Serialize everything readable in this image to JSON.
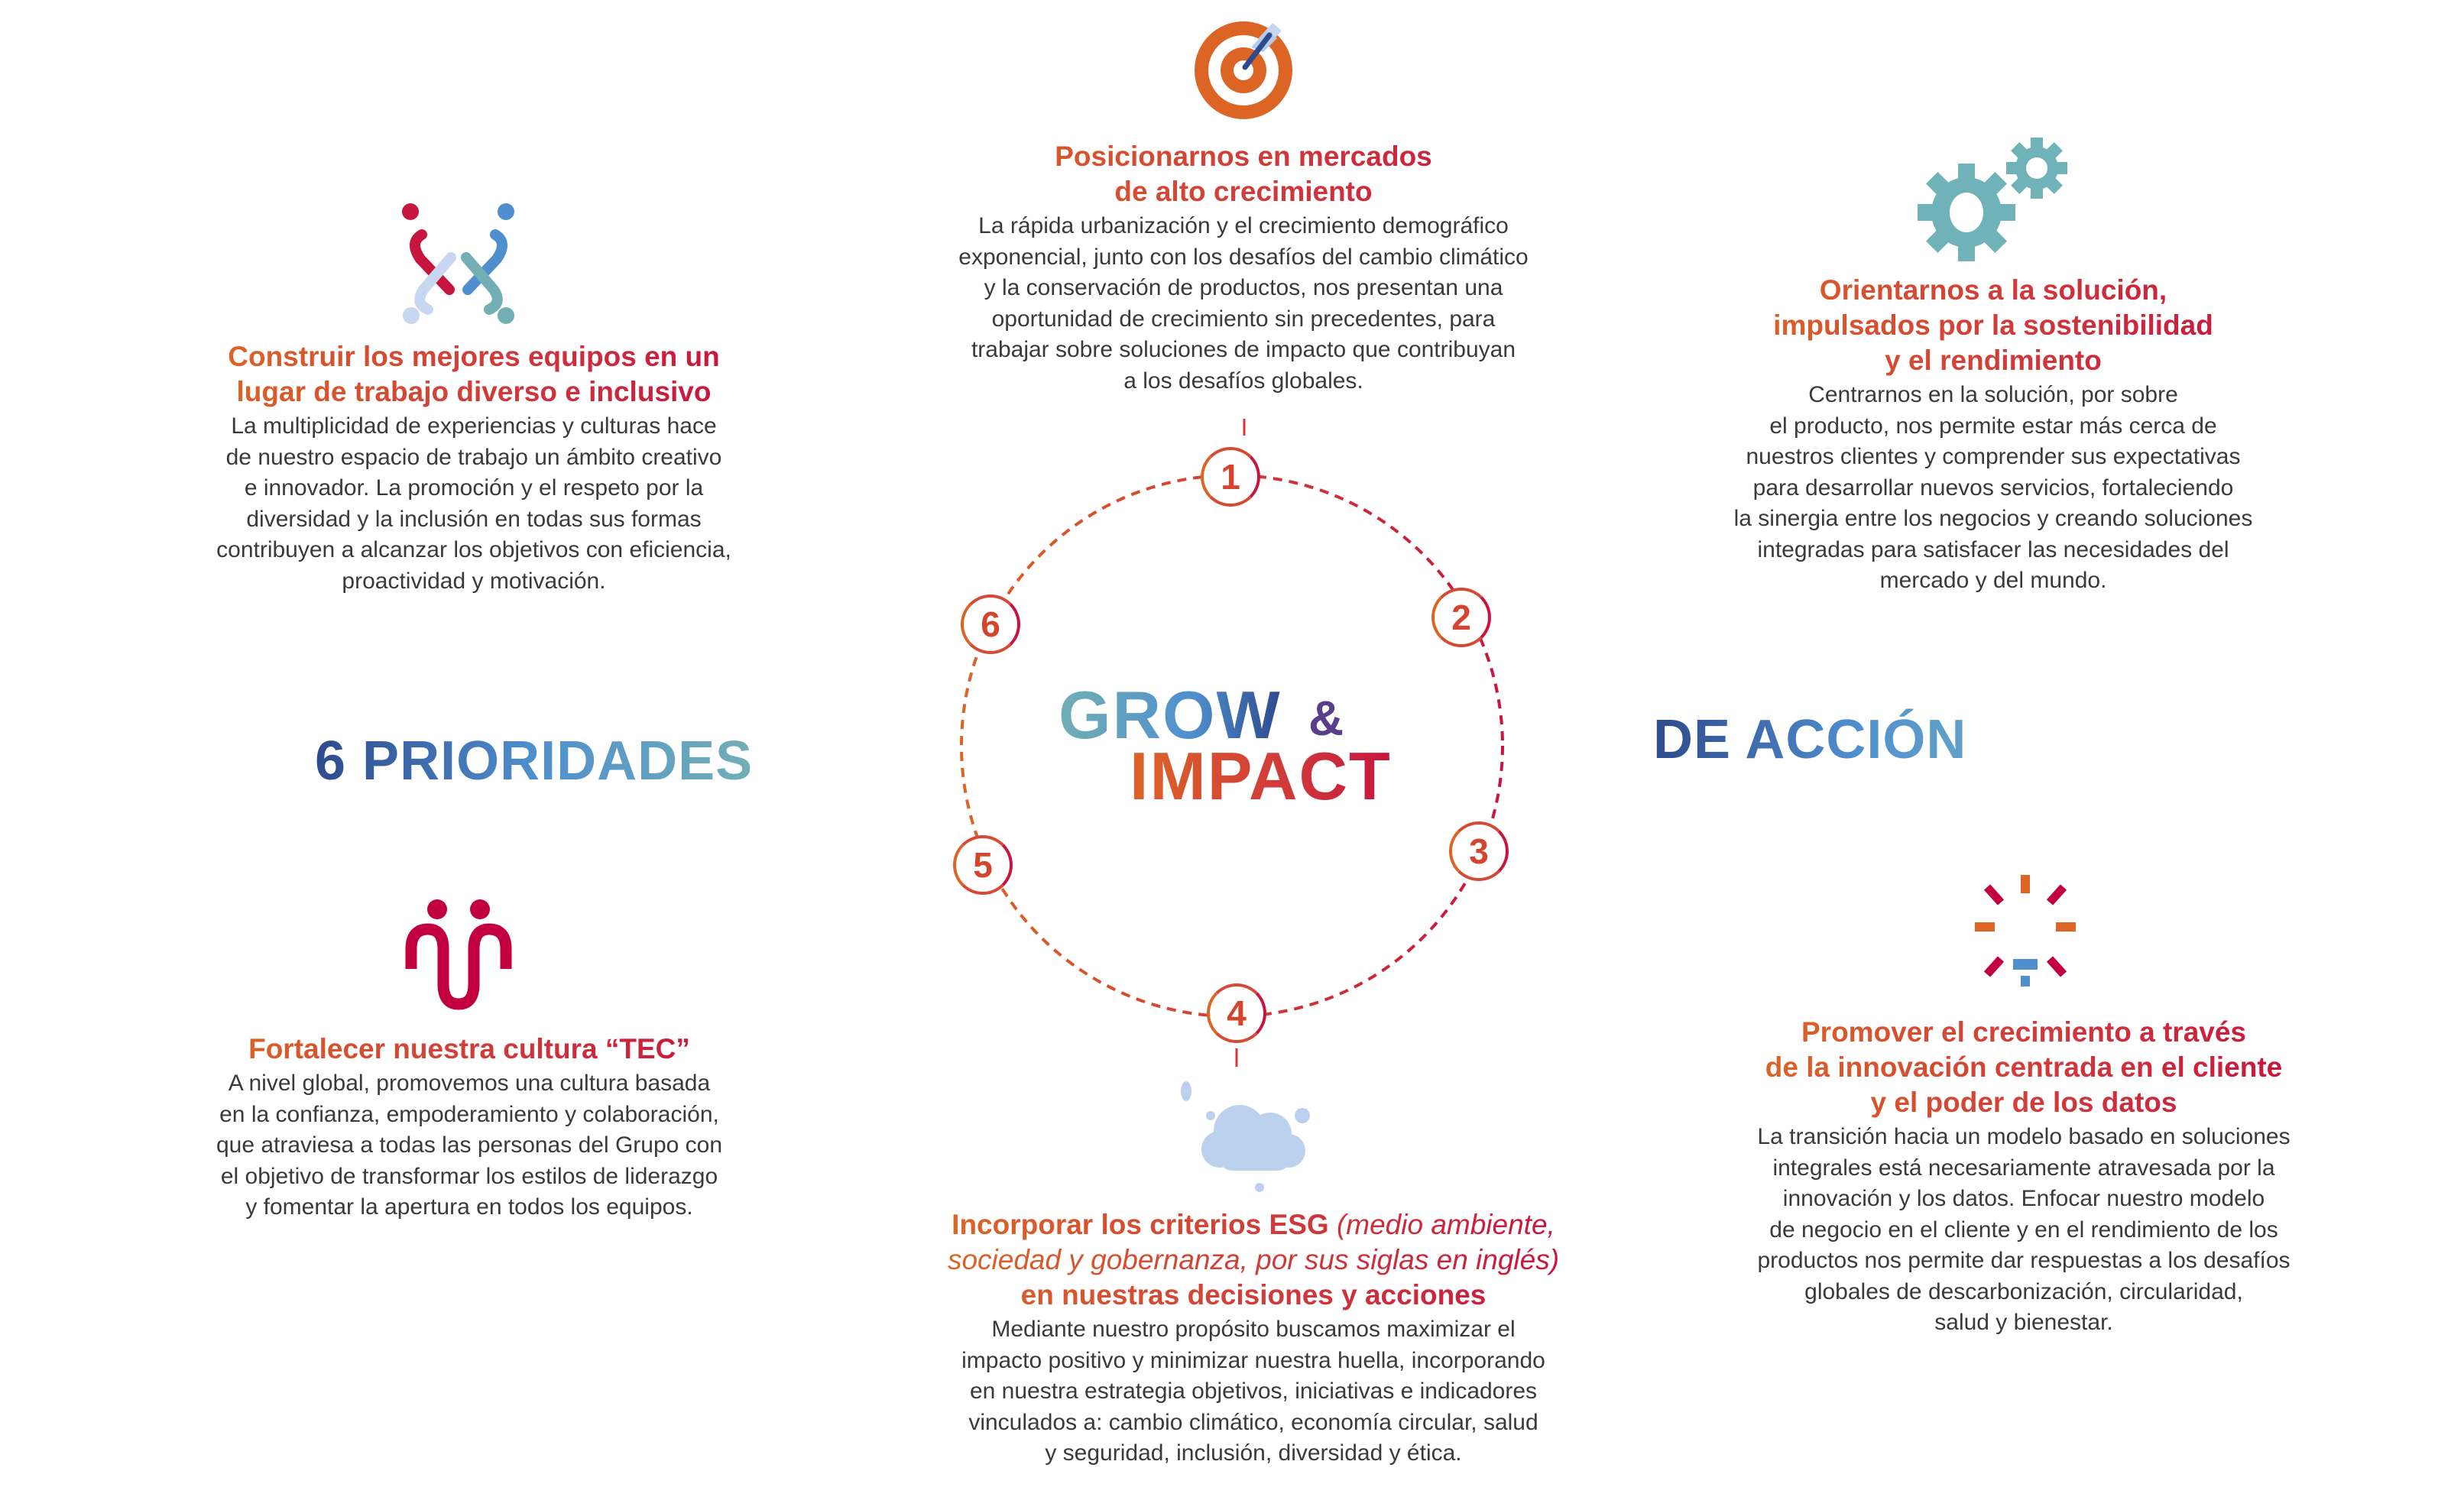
{
  "headline": {
    "left": "6 PRIORIDADES",
    "right": "DE ACCIÓN"
  },
  "logo": {
    "line1": "GROW",
    "ampersand": "&",
    "line2": "IMPACT"
  },
  "colors": {
    "orange": "#dc6526",
    "red": "#d0393a",
    "crimson": "#c8153f",
    "navy": "#2e4a8c",
    "blue": "#4f8fce",
    "teal": "#72afb5",
    "body_text": "#3a3a3a",
    "light_blue": "#b9d0ee",
    "gear_teal": "#6fb3b9"
  },
  "priorities": [
    {
      "number": "1",
      "icon": "target-icon",
      "title": [
        "Posicionarnos en mercados",
        "de alto crecimiento"
      ],
      "body": [
        "La rápida urbanización y el crecimiento demográfico",
        "exponencial, junto con los desafíos del cambio climático",
        "y la conservación de productos, nos presentan una",
        "oportunidad de crecimiento sin precedentes, para",
        "trabajar sobre soluciones de impacto que contribuyan",
        "a los desafíos globales."
      ]
    },
    {
      "number": "2",
      "icon": "gears-icon",
      "title": [
        "Orientarnos a la solución,",
        "impulsados por la sostenibilidad",
        "y el rendimiento"
      ],
      "body": [
        "Centrarnos en la solución, por sobre",
        "el producto, nos permite estar más cerca de",
        "nuestros clientes y comprender sus expectativas",
        "para desarrollar nuevos servicios, fortaleciendo",
        "la sinergia entre los negocios y creando soluciones",
        "integradas para satisfacer las necesidades del",
        "mercado y del mundo."
      ]
    },
    {
      "number": "3",
      "icon": "lightbulb-icon",
      "title": [
        "Promover el crecimiento a través",
        "de la innovación centrada en el cliente",
        "y el poder de los datos"
      ],
      "body": [
        "La transición hacia un modelo basado en soluciones",
        "integrales está necesariamente atravesada por la",
        "innovación y los datos. Enfocar nuestro modelo",
        "de negocio en el cliente y en el rendimiento de los",
        "productos nos permite dar respuestas a los desafíos",
        "globales de descarbonización, circularidad,",
        "salud y bienestar."
      ]
    },
    {
      "number": "4",
      "icon": "cloud-icon",
      "title_bold_1": "Incorporar los criterios ESG ",
      "title_italic_1": "(medio ambiente,",
      "title_italic_2": "sociedad y gobernanza, por sus siglas en inglés)",
      "title_bold_2": "en nuestras decisiones y acciones",
      "body": [
        "Mediante nuestro propósito buscamos maximizar el",
        "impacto positivo y minimizar nuestra huella, incorporando",
        "en nuestra estrategia objetivos, iniciativas e indicadores",
        "vinculados a: cambio climático, economía circular, salud",
        "y seguridad, inclusión, diversidad y ética."
      ]
    },
    {
      "number": "5",
      "icon": "people-connected-icon",
      "title": [
        "Fortalecer nuestra cultura “TEC”"
      ],
      "body": [
        "A nivel global, promovemos una cultura basada",
        "en la confianza, empoderamiento y colaboración,",
        "que atraviesa a todas las personas del Grupo con",
        "el objetivo de transformar los estilos de liderazgo",
        "y fomentar la apertura en todos los equipos."
      ]
    },
    {
      "number": "6",
      "icon": "team-diversity-icon",
      "title": [
        "Construir los mejores equipos en un",
        "lugar de trabajo diverso e inclusivo"
      ],
      "body": [
        "La multiplicidad de experiencias y culturas hace",
        "de nuestro espacio de trabajo un ámbito creativo",
        "e innovador. La promoción y el respeto por la",
        "diversidad y la inclusión en todas sus formas",
        "contribuyen a alcanzar los objetivos con eficiencia,",
        "proactividad y motivación."
      ]
    }
  ]
}
